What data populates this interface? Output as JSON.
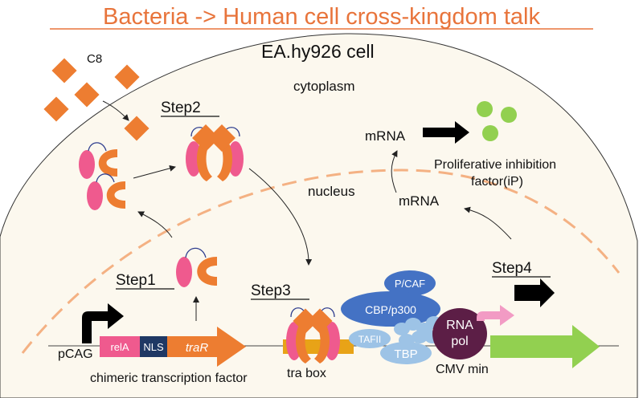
{
  "title": "Bacteria -> Human cell cross-kingdom talk",
  "cell_label": "EA.hy926 cell",
  "cytoplasm_label": "cytoplasm",
  "nucleus_label": "nucleus",
  "c8_label": "C8",
  "steps": {
    "step1": "Step1",
    "step2": "Step2",
    "step3": "Step3",
    "step4": "Step4"
  },
  "mrna_nucleus": "mRNA",
  "mrna_cytoplasm": "mRNA",
  "ip_line1": "Proliferative inhibition",
  "ip_line2": "factor(iP)",
  "promoter_label": "pCAG",
  "construct": {
    "rela": "relA",
    "nls": "NLS",
    "trar": "traR"
  },
  "chimeric_label": "chimeric transcription factor",
  "tra_box_label": "tra box",
  "cmv_label": "CMV min",
  "complex": {
    "pcaf": "P/CAF",
    "cbp": "CBP/p300",
    "tafii": "TAFII",
    "tbp": "TBP"
  },
  "rna_pol_line1": "RNA",
  "rna_pol_line2": "pol",
  "colors": {
    "title": "#E8743B",
    "cell_fill": "#FCF8EE",
    "nucleus_dash": "#F4B183",
    "orange": "#ED7D31",
    "pink": "#EF5A8E",
    "rela_box": "#EF5A8E",
    "nls_box": "#1F3864",
    "blue_dark": "#4472C4",
    "blue_light": "#9DC3E6",
    "purple": "#5C1E46",
    "green": "#92D050",
    "light_pink": "#F29BC4",
    "tra_box": "#E8A317"
  }
}
